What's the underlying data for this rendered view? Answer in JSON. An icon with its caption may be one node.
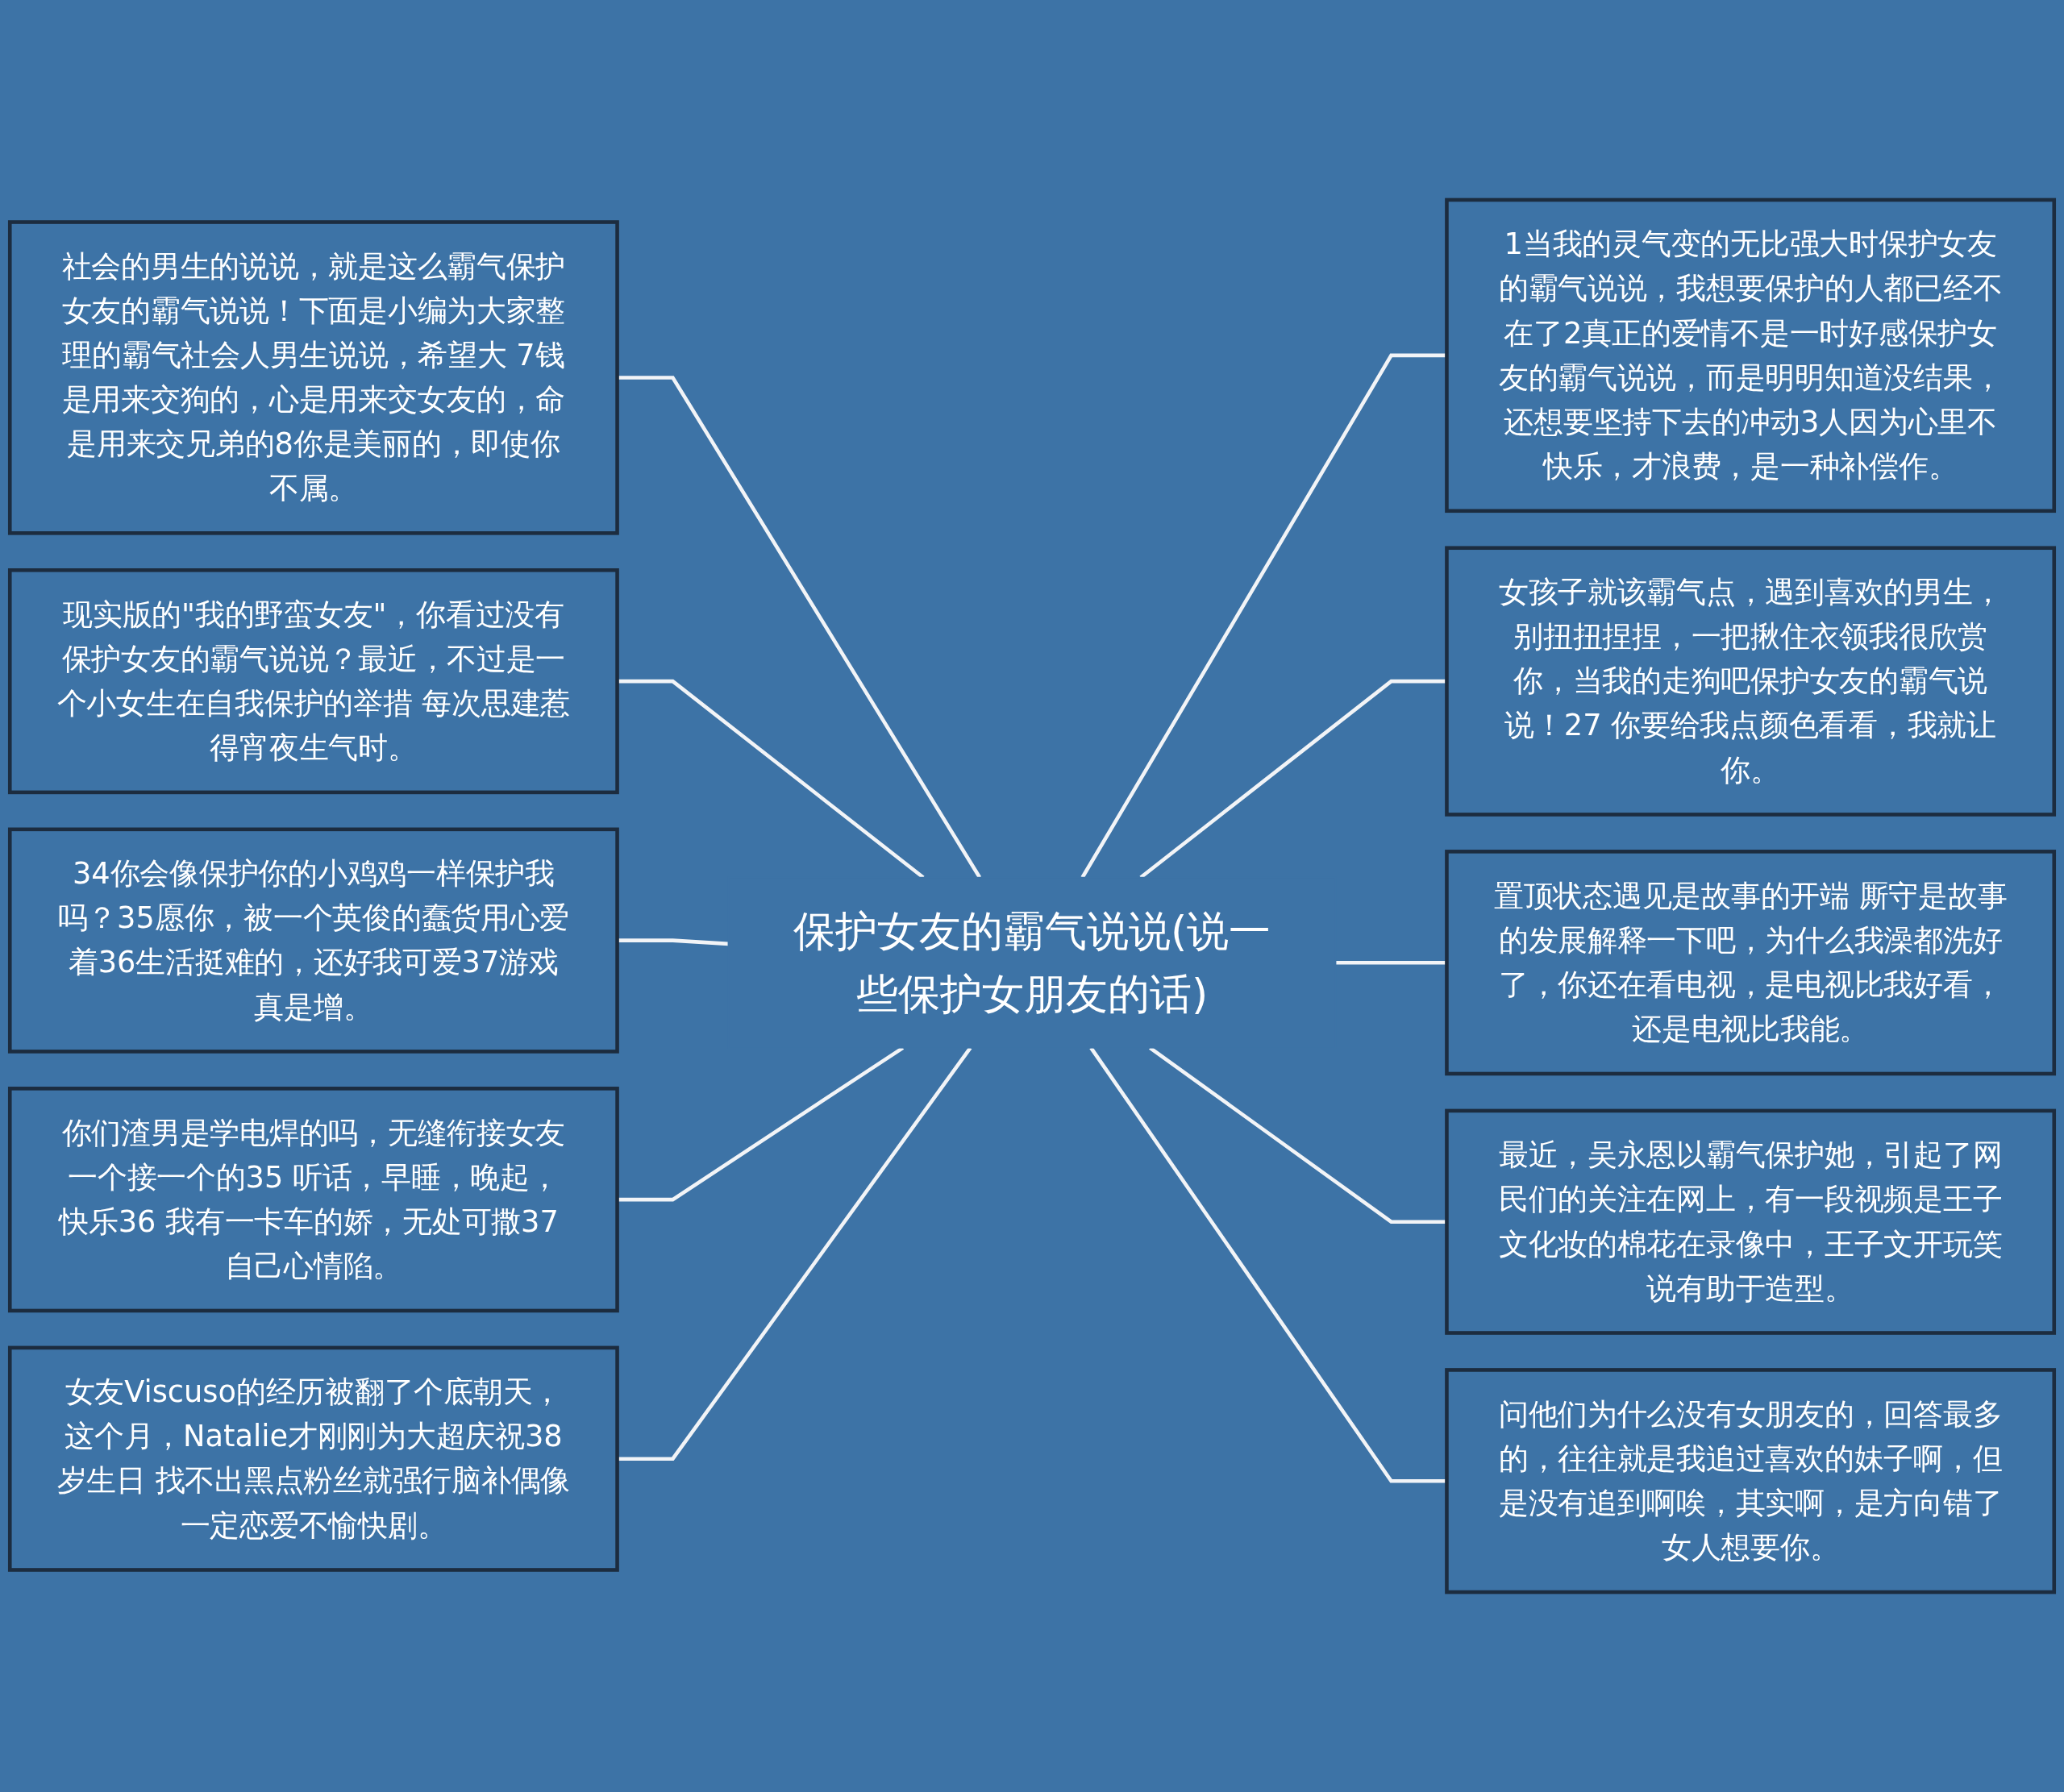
{
  "diagram": {
    "nodes": [
      {
        "text": [
          "保护女友的霸气说说(说一些保护女朋友的话)"
        ]
      },
      {
        "text": [
          "社会的男生的说说，就是这么霸气保护女友的霸气说说！下面是小编为大家整理的霸气社会人男生说说，希望大 7钱是用来交狗的，心是用来交女友的，命是用来交兄弟的8你是美丽的，即使你不属。"
        ]
      },
      {
        "text": [
          "现实版的\"我的野蛮女友\"，你看过没有保护女友的霸气说说？最近，不过是一个小女生在自我保护的举措 每次思建惹得宵夜生气时。"
        ]
      },
      {
        "text": [
          "34你会像保护你的小鸡鸡一样保护我吗？35愿你，被一个英俊的蠢货用心爱着36生活挺难的，还好我可爱37游戏真是增。"
        ]
      },
      {
        "text": [
          "你们渣男是学电焊的吗，无缝衔接女友一个接一个的35 听话，早睡，晚起，快乐36 我有一卡车的娇，无处可撒37 自己心情陷。"
        ]
      },
      {
        "text": [
          "女友Viscuso的经历被翻了个底朝天，这个月，Natalie才刚刚为大超庆祝38岁生日 找不出黑点粉丝就强行脑补偶像一定恋爱不愉快剧。"
        ]
      },
      {
        "text": [
          "1当我的灵气变的无比强大时保护女友的霸气说说，我想要保护的人都已经不在了2真正的爱情不是一时好感保护女友的霸气说说，而是明明知道没结果，还想要坚持下去的冲动3人因为心里不快乐，才浪费，是一种补偿作。"
        ]
      },
      {
        "text": [
          "女孩子就该霸气点，遇到喜欢的男生，别扭扭捏捏，一把揪住衣领我很欣赏你，当我的走狗吧保护女友的霸气说说！27 你要给我点颜色看看，我就让你。"
        ]
      },
      {
        "text": [
          "置顶状态遇见是故事的开端 厮守是故事的发展解释一下吧，为什么我澡都洗好了，你还在看电视，是电视比我好看，还是电视比我能。"
        ]
      },
      {
        "text": [
          "最近，吴永恩以霸气保护她，引起了网民们的关注在网上，有一段视频是王子文化妆的棉花在录像中，王子文开玩笑说有助于造型。"
        ]
      },
      {
        "text": [
          "问他们为什么没有女朋友的，回答最多的，往往就是我追过喜欢的妹子啊，但是没有追到啊唉，其实啊，是方向错了女人想要你。"
        ]
      }
    ],
    "edges": [
      {
        "from": 0,
        "to": 1,
        "arrow": "none"
      },
      {
        "from": 0,
        "to": 2,
        "arrow": "none"
      },
      {
        "from": 0,
        "to": 3,
        "arrow": "none"
      },
      {
        "from": 0,
        "to": 4,
        "arrow": "none"
      },
      {
        "from": 0,
        "to": 5,
        "arrow": "none"
      },
      {
        "from": 0,
        "to": 6,
        "arrow": "none"
      },
      {
        "from": 0,
        "to": 7,
        "arrow": "none"
      },
      {
        "from": 0,
        "to": 8,
        "arrow": "none"
      },
      {
        "from": 0,
        "to": 9,
        "arrow": "none"
      },
      {
        "from": 0,
        "to": 10,
        "arrow": "none"
      }
    ]
  }
}
